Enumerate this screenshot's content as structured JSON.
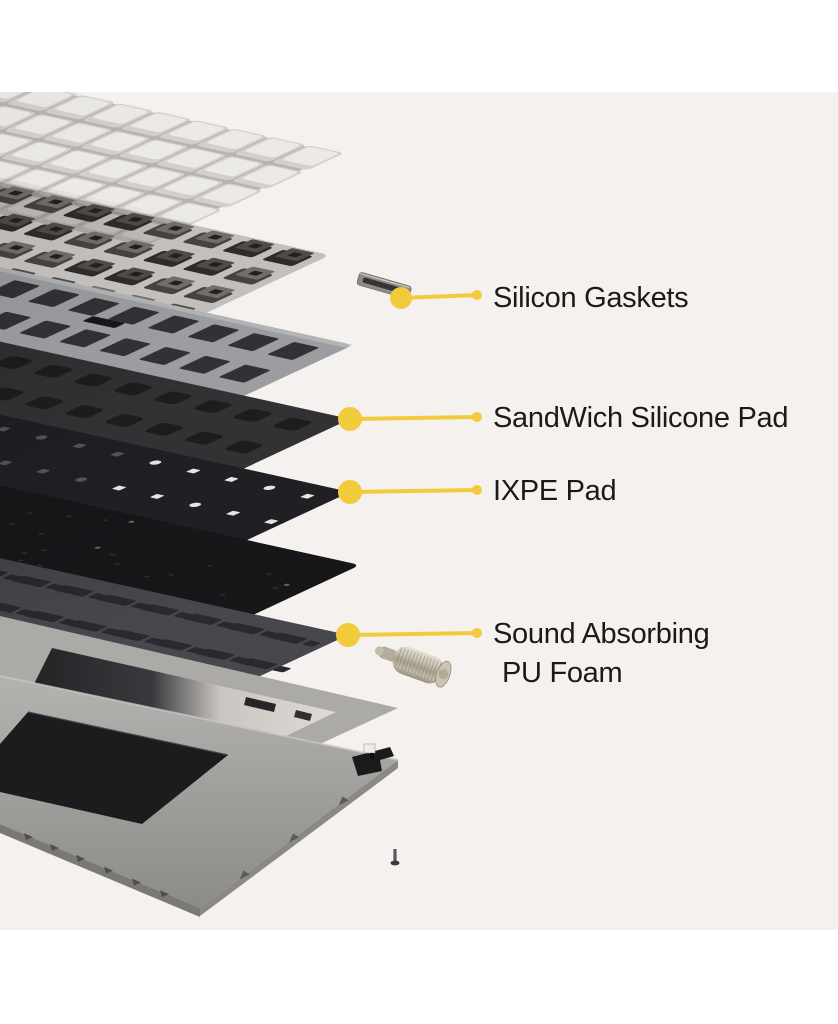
{
  "canvas": {
    "frame_background": "#ffffff",
    "background": "#f5f1ee"
  },
  "style": {
    "accent_yellow": "#f2cb3d",
    "label_text_color": "#1a1a1a"
  },
  "callouts": [
    {
      "id": "silicon-gaskets",
      "label": "Silicon Gaskets"
    },
    {
      "id": "sandwich-silicone-pad",
      "label": "SandWich Silicone Pad"
    },
    {
      "id": "ixpe-pad",
      "label": "IXPE Pad"
    },
    {
      "id": "sound-absorbing-pu-foam",
      "label_line1": "Sound Absorbing",
      "label_line2": "PU Foam"
    }
  ],
  "parts": [
    "keycaps",
    "switches",
    "mounting-plate",
    "silicone-gasket-strip",
    "sandwich-silicone-pad",
    "ixpe-pad",
    "pcb",
    "sound-absorbing-pu-foam",
    "metal-knob",
    "top-frame",
    "bottom-case",
    "toggle-switch",
    "screw"
  ]
}
